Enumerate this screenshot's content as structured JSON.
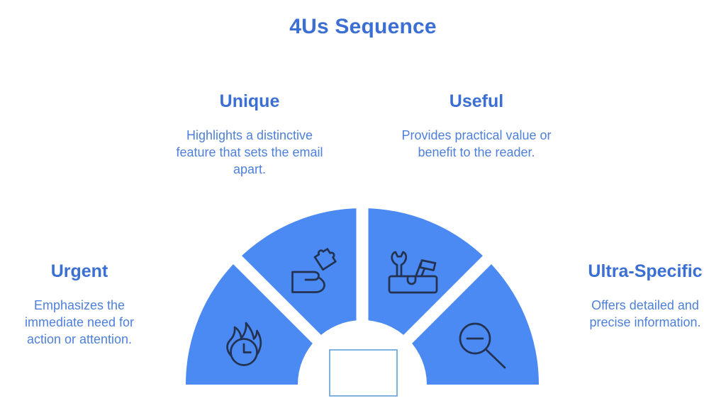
{
  "title": "4Us Sequence",
  "colors": {
    "background": "#ffffff",
    "heading": "#3b6fd3",
    "body_text": "#4e80d9",
    "segment_fill": "#4b8af2",
    "icon_stroke": "#233251",
    "center_box_border": "#71a9d9"
  },
  "items": [
    {
      "id": "urgent",
      "label": "Urgent",
      "description": "Emphasizes the immediate need for action or attention.",
      "icon": "flame-clock-icon"
    },
    {
      "id": "unique",
      "label": "Unique",
      "description": "Highlights a distinctive feature that sets the email apart.",
      "icon": "puzzle-hand-icon"
    },
    {
      "id": "useful",
      "label": "Useful",
      "description": "Provides practical value or benefit to the reader.",
      "icon": "toolbox-icon"
    },
    {
      "id": "ultra_specific",
      "label": "Ultra-Specific",
      "description": "Offers detailed and precise information.",
      "icon": "magnifier-minus-icon"
    }
  ]
}
